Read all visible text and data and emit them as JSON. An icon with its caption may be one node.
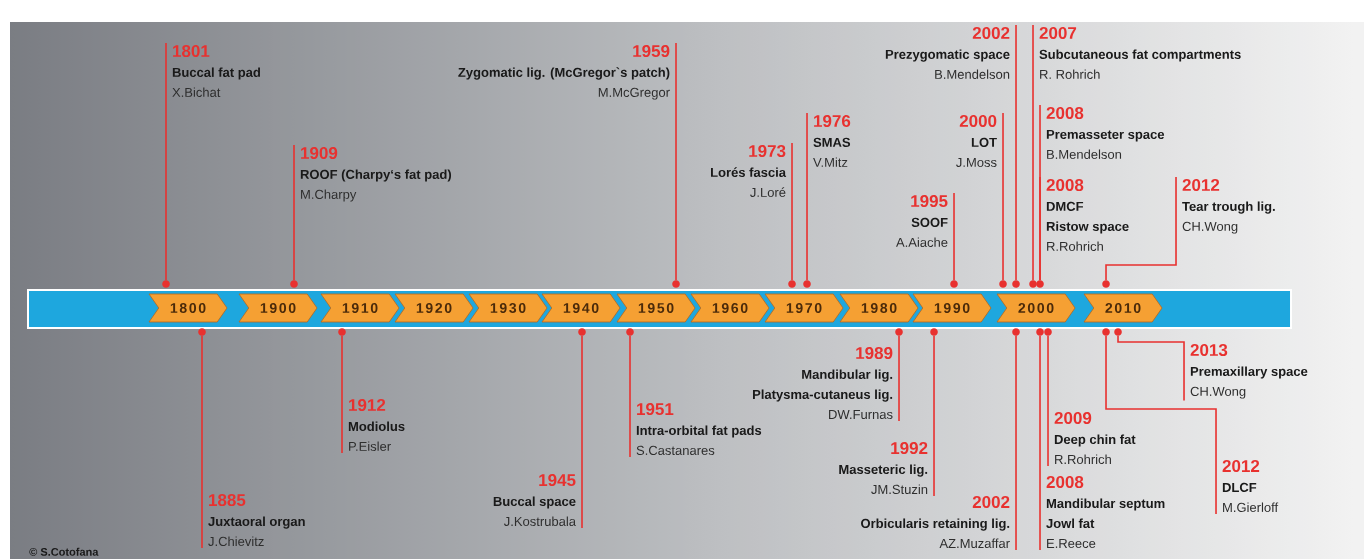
{
  "diagram": {
    "nodes": [
      {
        "text": [
          "1801",
          "Buccal fat pad",
          "X.Bichat"
        ]
      },
      {
        "text": [
          "1909",
          "ROOF (Charpy‘s fat pad)",
          "M.Charpy"
        ]
      },
      {
        "text": [
          "1959",
          "Zygomatic lig. (McGregor`s patch)",
          "M.McGregor"
        ]
      },
      {
        "text": [
          "1973",
          "Lorés fascia",
          "J.Loré"
        ]
      },
      {
        "text": [
          "1976",
          "SMAS",
          "V.Mitz"
        ]
      },
      {
        "text": [
          "1995",
          "SOOF",
          "A.Aiache"
        ]
      },
      {
        "text": [
          "2000",
          "LOT",
          "J.Moss"
        ]
      },
      {
        "text": [
          "2002",
          "Prezygomatic space",
          "B.Mendelson"
        ]
      },
      {
        "text": [
          "2007",
          "Subcutaneous fat compartments",
          "R. Rohrich"
        ]
      },
      {
        "text": [
          "2008",
          "Premasseter space",
          "B.Mendelson"
        ]
      },
      {
        "text": [
          "2008",
          "DMCF",
          "Ristow space",
          "R.Rohrich"
        ]
      },
      {
        "text": [
          "2012",
          "Tear trough lig.",
          "CH.Wong"
        ]
      },
      {
        "text": [],
        "shape": "bar"
      },
      {
        "text": [
          "1800"
        ],
        "in": 12
      },
      {
        "text": [
          "1900"
        ],
        "in": 12
      },
      {
        "text": [
          "1910"
        ],
        "in": 12
      },
      {
        "text": [
          "1920"
        ],
        "in": 12
      },
      {
        "text": [
          "1930"
        ],
        "in": 12
      },
      {
        "text": [
          "1940"
        ],
        "in": 12
      },
      {
        "text": [
          "1950"
        ],
        "in": 12
      },
      {
        "text": [
          "1960"
        ],
        "in": 12
      },
      {
        "text": [
          "1970"
        ],
        "in": 12
      },
      {
        "text": [
          "1980"
        ],
        "in": 12
      },
      {
        "text": [
          "1990"
        ],
        "in": 12
      },
      {
        "text": [
          "2000"
        ],
        "in": 12
      },
      {
        "text": [
          "2010"
        ],
        "in": 12
      },
      {
        "text": [
          "1885",
          "Juxtaoral organ",
          "J.Chievitz"
        ]
      },
      {
        "text": [
          "1912",
          "Modiolus",
          "P.Eisler"
        ]
      },
      {
        "text": [
          "1945",
          "Buccal space",
          "J.Kostrubala"
        ]
      },
      {
        "text": [
          "1951",
          "Intra-orbital fat pads",
          "S.Castanares"
        ]
      },
      {
        "text": [
          "1989",
          "Mandibular lig.",
          "Platysma-cutaneus lig.",
          "DW.Furnas"
        ]
      },
      {
        "text": [
          "1992",
          "Masseteric lig.",
          "JM.Stuzin"
        ]
      },
      {
        "text": [
          "2002",
          "Orbicularis retaining lig.",
          "AZ.Muzaffar"
        ]
      },
      {
        "text": [
          "2009",
          "Deep chin fat",
          "R.Rohrich"
        ]
      },
      {
        "text": [
          "2008",
          "Mandibular septum",
          "Jowl fat",
          "E.Reece"
        ]
      },
      {
        "text": [
          "2013",
          "Premaxillary space",
          "CH.Wong"
        ]
      },
      {
        "text": [
          "2012",
          "DLCF",
          "M.Gierloff"
        ]
      },
      {
        "text": [],
        "shape": "circle"
      },
      {
        "text": [],
        "shape": "circle"
      },
      {
        "text": [],
        "shape": "circle"
      },
      {
        "text": [],
        "shape": "circle"
      },
      {
        "text": [],
        "shape": "circle"
      },
      {
        "text": [],
        "shape": "circle"
      },
      {
        "text": [],
        "shape": "circle"
      },
      {
        "text": [],
        "shape": "circle"
      },
      {
        "text": [],
        "shape": "circle"
      },
      {
        "text": [],
        "shape": "circle"
      },
      {
        "text": [],
        "shape": "circle"
      },
      {
        "text": [],
        "shape": "circle"
      },
      {
        "text": [],
        "shape": "circle"
      },
      {
        "text": [],
        "shape": "circle"
      },
      {
        "text": [],
        "shape": "circle"
      },
      {
        "text": [],
        "shape": "circle"
      },
      {
        "text": [],
        "shape": "circle"
      },
      {
        "text": [],
        "shape": "circle"
      },
      {
        "text": [],
        "shape": "circle"
      },
      {
        "text": [],
        "shape": "circle"
      },
      {
        "text": [],
        "shape": "circle"
      },
      {
        "text": [],
        "shape": "circle"
      }
    ],
    "edges": [
      {
        "from": 0,
        "to": 37,
        "arrow": "none"
      },
      {
        "from": 1,
        "to": 38,
        "arrow": "none"
      },
      {
        "from": 2,
        "to": 39,
        "arrow": "none"
      },
      {
        "from": 3,
        "to": 40,
        "arrow": "none"
      },
      {
        "from": 4,
        "to": 41,
        "arrow": "none"
      },
      {
        "from": 5,
        "to": 42,
        "arrow": "none"
      },
      {
        "from": 6,
        "to": 43,
        "arrow": "none"
      },
      {
        "from": 7,
        "to": 44,
        "arrow": "none"
      },
      {
        "from": 8,
        "to": 45,
        "arrow": "none"
      },
      {
        "from": 9,
        "to": 46,
        "arrow": "none"
      },
      {
        "from": 10,
        "to": 46,
        "arrow": "none"
      },
      {
        "from": 11,
        "to": 47,
        "arrow": "none"
      },
      {
        "from": 26,
        "to": 48,
        "arrow": "none"
      },
      {
        "from": 27,
        "to": 49,
        "arrow": "none"
      },
      {
        "from": 28,
        "to": 50,
        "arrow": "none"
      },
      {
        "from": 29,
        "to": 51,
        "arrow": "none"
      },
      {
        "from": 30,
        "to": 52,
        "arrow": "none"
      },
      {
        "from": 31,
        "to": 53,
        "arrow": "none"
      },
      {
        "from": 32,
        "to": 54,
        "arrow": "none"
      },
      {
        "from": 34,
        "to": 55,
        "arrow": "none"
      },
      {
        "from": 33,
        "to": 56,
        "arrow": "none"
      },
      {
        "from": 36,
        "to": 57,
        "arrow": "none"
      },
      {
        "from": 35,
        "to": 58,
        "arrow": "none"
      }
    ],
    "labels": [
      "© S.Cotofana"
    ]
  }
}
